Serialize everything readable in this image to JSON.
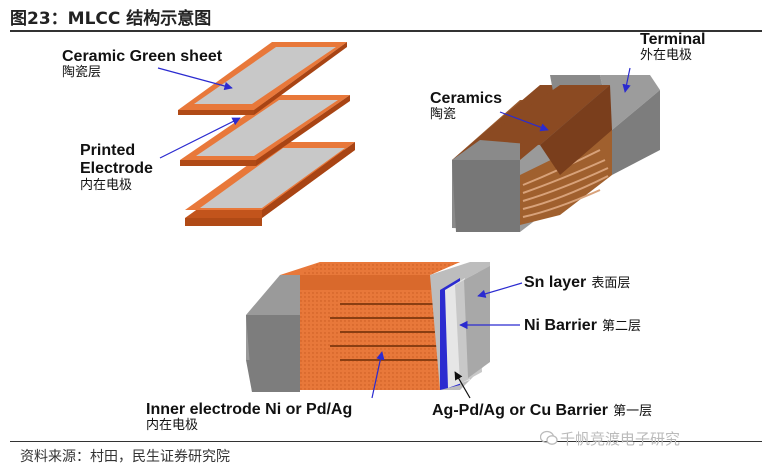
{
  "header": {
    "title": "图23：MLCC 结构示意图"
  },
  "labels": {
    "green_sheet": {
      "en": "Ceramic Green sheet",
      "cn": "陶瓷层"
    },
    "printed_electrode": {
      "en1": "Printed",
      "en2": "Electrode",
      "cn": "内在电极"
    },
    "terminal": {
      "en": "Terminal",
      "cn": "外在电极"
    },
    "ceramics": {
      "en": "Ceramics",
      "cn": "陶瓷"
    },
    "sn_layer": {
      "en": "Sn layer",
      "cn": "表面层"
    },
    "ni_barrier": {
      "en": "Ni Barrier",
      "cn": "第二层"
    },
    "inner_electrode": {
      "en": "Inner electrode Ni or Pd/Ag",
      "cn": "内在电极"
    },
    "ag_barrier": {
      "en": "Ag-Pd/Ag or Cu Barrier",
      "cn": "第一层"
    }
  },
  "footer": {
    "source": "资料来源：村田，民生证券研究院",
    "watermark": "千帆竞渡电子研究"
  },
  "colors": {
    "ceramic_orange": "#e8783a",
    "electrode_gray": "#c8c8c8",
    "terminal_gray": "#8a8a8a",
    "body_brown": "#9a5a2e",
    "arrow_blue": "#2b2bd0"
  }
}
